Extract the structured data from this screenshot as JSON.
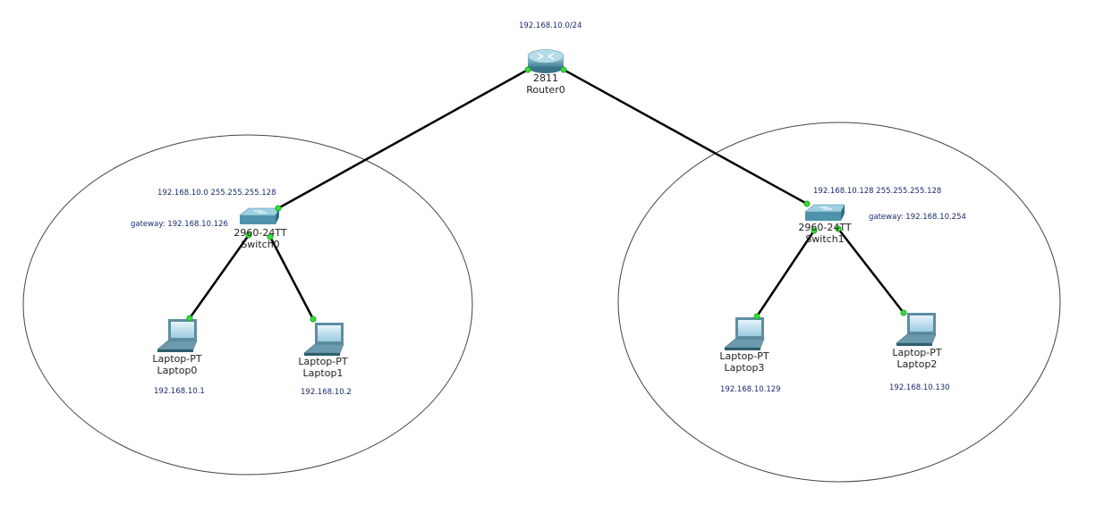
{
  "network_label": "192.168.10.0/24",
  "router": {
    "model": "2811",
    "name": "Router0"
  },
  "switches": [
    {
      "model": "2960-24TT",
      "name": "Switch0",
      "subnet": "192.168.10.0 255.255.255.128",
      "gateway": "gateway: 192.168.10.126"
    },
    {
      "model": "2960-24TT",
      "name": "Switch1",
      "subnet": "192.168.10.128 255.255.255.128",
      "gateway": "gateway: 192.168.10.254"
    }
  ],
  "laptops": [
    {
      "model": "Laptop-PT",
      "name": "Laptop0",
      "ip": "192.168.10.1"
    },
    {
      "model": "Laptop-PT",
      "name": "Laptop1",
      "ip": "192.168.10.2"
    },
    {
      "model": "Laptop-PT",
      "name": "Laptop3",
      "ip": "192.168.10.129"
    },
    {
      "model": "Laptop-PT",
      "name": "Laptop2",
      "ip": "192.168.10.130"
    }
  ],
  "colors": {
    "link": "#000000",
    "port_up": "#33dd33",
    "device": "#5e9fb5",
    "ellipse": "#444444"
  },
  "icons": {
    "router": "router-icon",
    "switch": "switch-icon",
    "laptop": "laptop-icon"
  }
}
